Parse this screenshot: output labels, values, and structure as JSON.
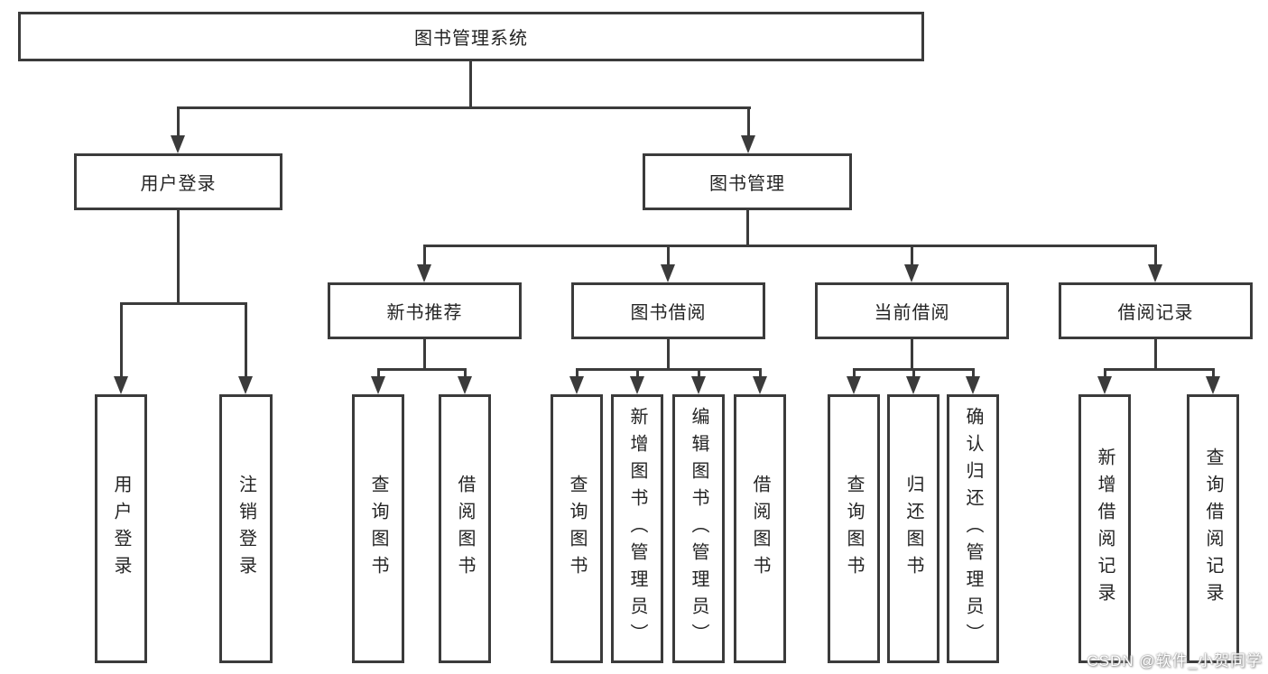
{
  "diagram": {
    "title": "图书管理系统",
    "root": {
      "label": "图书管理系统"
    },
    "branches": [
      {
        "label": "用户登录",
        "children": [
          {
            "label": "用户登录"
          },
          {
            "label": "注销登录"
          }
        ]
      },
      {
        "label": "图书管理",
        "children": [
          {
            "label": "新书推荐",
            "children": [
              {
                "label": "查询图书"
              },
              {
                "label": "借阅图书"
              }
            ]
          },
          {
            "label": "图书借阅",
            "children": [
              {
                "label": "查询图书"
              },
              {
                "label": "新增图书（管理员）"
              },
              {
                "label": "编辑图书（管理员）"
              },
              {
                "label": "借阅图书"
              }
            ]
          },
          {
            "label": "当前借阅",
            "children": [
              {
                "label": "查询图书"
              },
              {
                "label": "归还图书"
              },
              {
                "label": "确认归还（管理员）"
              }
            ]
          },
          {
            "label": "借阅记录",
            "children": [
              {
                "label": "新增借阅记录"
              },
              {
                "label": "查询借阅记录"
              }
            ]
          }
        ]
      }
    ]
  },
  "watermark": {
    "text": "CSDN @软件_小贺同学"
  },
  "colors": {
    "line": "#3b3b3b",
    "text": "#242424",
    "background": "#ffffff",
    "watermark_text": "#ffffff"
  }
}
